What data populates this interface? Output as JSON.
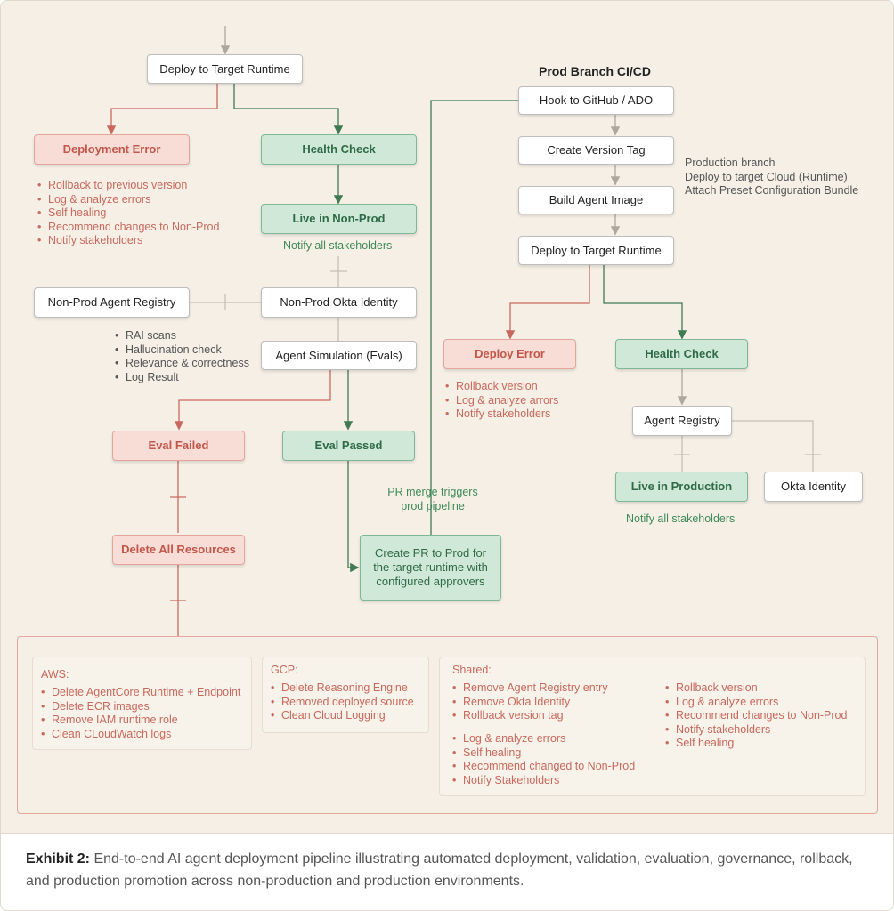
{
  "nonprod": {
    "deploy_target": "Deploy to Target Runtime",
    "deployment_error": {
      "label": "Deployment Error",
      "actions": [
        "Rollback to previous version",
        "Log & analyze errors",
        "Self healing",
        "Recommend changes to Non-Prod",
        "Notify stakeholders"
      ]
    },
    "health_check": "Health Check",
    "live_nonprod": "Live in Non-Prod",
    "live_note": "Notify all stakeholders",
    "agent_registry": "Non-Prod Agent Registry",
    "okta_identity": "Non-Prod Okta Identity",
    "simulation": "Agent Simulation (Evals)",
    "eval_checks": [
      "RAI scans",
      "Hallucination check",
      "Relevance & correctness",
      "Log Result"
    ],
    "eval_failed": "Eval Failed",
    "eval_passed": "Eval Passed",
    "delete_all": "Delete All Resources",
    "create_pr": "Create PR to Prod for the target runtime with configured approvers",
    "pr_note": "PR merge triggers prod pipeline"
  },
  "prod": {
    "title": "Prod Branch CI/CD",
    "hook": "Hook to GitHub / ADO",
    "version_tag": "Create Version Tag",
    "build_image": "Build Agent Image",
    "deploy_target": "Deploy to Target Runtime",
    "notes": [
      "Production branch",
      "Deploy to target Cloud (Runtime)",
      "Attach Preset Configuration Bundle"
    ],
    "deploy_error": {
      "label": "Deploy Error",
      "actions": [
        "Rollback version",
        "Log & analyze arrors",
        "Notify stakeholders"
      ]
    },
    "health_check": "Health Check",
    "agent_registry": "Agent Registry",
    "live_production": "Live in Production",
    "okta_identity": "Okta Identity",
    "live_note": "Notify all stakeholders"
  },
  "cleanup": {
    "aws": {
      "title": "AWS:",
      "items": [
        "Delete AgentCore Runtime + Endpoint",
        "Delete ECR images",
        "Remove IAM runtime role",
        "Clean CLoudWatch logs"
      ]
    },
    "gcp": {
      "title": "GCP:",
      "items": [
        "Delete Reasoning Engine",
        "Removed deployed source",
        "Clean Cloud Logging"
      ]
    },
    "shared": {
      "title": "Shared:",
      "col1a": [
        "Remove Agent Registry entry",
        "Remove Okta Identity",
        "Rollback version tag"
      ],
      "col1b": [
        "Log & analyze errors",
        "Self healing",
        "Recommend changed to Non-Prod",
        "Notify Stakeholders"
      ],
      "col2": [
        "Rollback version",
        "Log & analyze errors",
        "Recommend changes to Non-Prod",
        "Notify stakeholders",
        "Self healing"
      ]
    }
  },
  "caption": {
    "label": "Exhibit 2:",
    "text": " End-to-end AI agent deployment pipeline illustrating automated deployment, validation, evaluation, governance, rollback, and production promotion across non-production and production environments."
  },
  "colors": {
    "red_fill": "#f8dcd6",
    "red_text": "#c0574a",
    "green_fill": "#cfe8d8",
    "green_text": "#2f6b46",
    "background": "#f5efe6"
  }
}
